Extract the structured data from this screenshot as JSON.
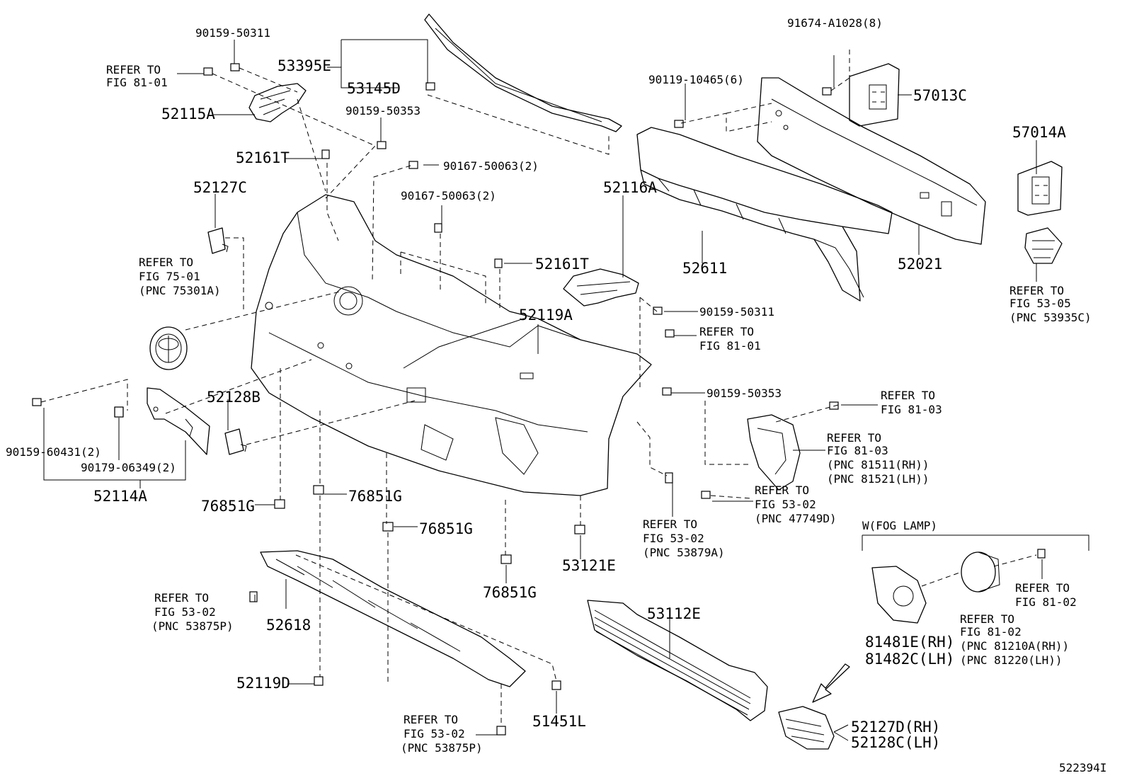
{
  "diagram_id": "522394I",
  "fog_lamp_group": "W(FOG LAMP)",
  "callouts": {
    "p90159_50311_top": "90159-50311",
    "p53395E": "53395E",
    "p53145D": "53145D",
    "p52115A": "52115A",
    "p90159_50353_top": "90159-50353",
    "p52161T_left": "52161T",
    "p90167_50063_a": "90167-50063(2)",
    "p90167_50063_b": "90167-50063(2)",
    "p52127C": "52127C",
    "p52161T_right": "52161T",
    "p52116A": "52116A",
    "p52119A": "52119A",
    "p90159_50311_right": "90159-50311",
    "p90159_50353_right": "90159-50353",
    "p52128B": "52128B",
    "p90159_60431": "90159-60431(2)",
    "p90179_06349": "90179-06349(2)",
    "p52114A": "52114A",
    "p76851G_a": "76851G",
    "p76851G_b": "76851G",
    "p76851G_c": "76851G",
    "p76851G_d": "76851G",
    "p53121E": "53121E",
    "p52618": "52618",
    "p52119D": "52119D",
    "p51451L": "51451L",
    "p53112E": "53112E",
    "p91674_A1028": "91674-A1028(8)",
    "p90119_10465": "90119-10465(6)",
    "p57013C": "57013C",
    "p57014A": "57014A",
    "p52611": "52611",
    "p52021": "52021",
    "p81481E": "81481E(RH)",
    "p81482C": "81482C(LH)",
    "p52127D": "52127D(RH)",
    "p52128C": "52128C(LH)"
  },
  "refer_notes": {
    "r_fig81_01_top": [
      "REFER TO",
      "FIG 81-01"
    ],
    "r_fig75_01": [
      "REFER TO",
      "FIG 75-01",
      "(PNC 75301A)"
    ],
    "r_fig81_01_mid": [
      "REFER TO",
      "FIG 81-01"
    ],
    "r_fig81_03_a": [
      "REFER TO",
      "FIG 81-03"
    ],
    "r_fig81_03_b": [
      "REFER TO",
      "FIG 81-03",
      "(PNC 81511(RH))",
      "(PNC 81521(LH))"
    ],
    "r_fig53_02_47749D": [
      "REFER TO",
      "FIG 53-02",
      "(PNC 47749D)"
    ],
    "r_fig53_02_53879A": [
      "REFER TO",
      "FIG 53-02",
      "(PNC 53879A)"
    ],
    "r_fig53_05": [
      "REFER TO",
      "FIG 53-05",
      "(PNC 53935C)"
    ],
    "r_fig53_02_left": [
      "REFER TO",
      "FIG 53-02",
      "(PNC 53875P)"
    ],
    "r_fig53_02_bottom": [
      "REFER TO",
      "FIG 53-02",
      "(PNC 53875P)"
    ],
    "r_fig81_02_a": [
      "REFER TO",
      "FIG 81-02"
    ],
    "r_fig81_02_b": [
      "REFER TO",
      "FIG 81-02",
      "(PNC 81210A(RH))",
      "(PNC 81220(LH))"
    ]
  }
}
